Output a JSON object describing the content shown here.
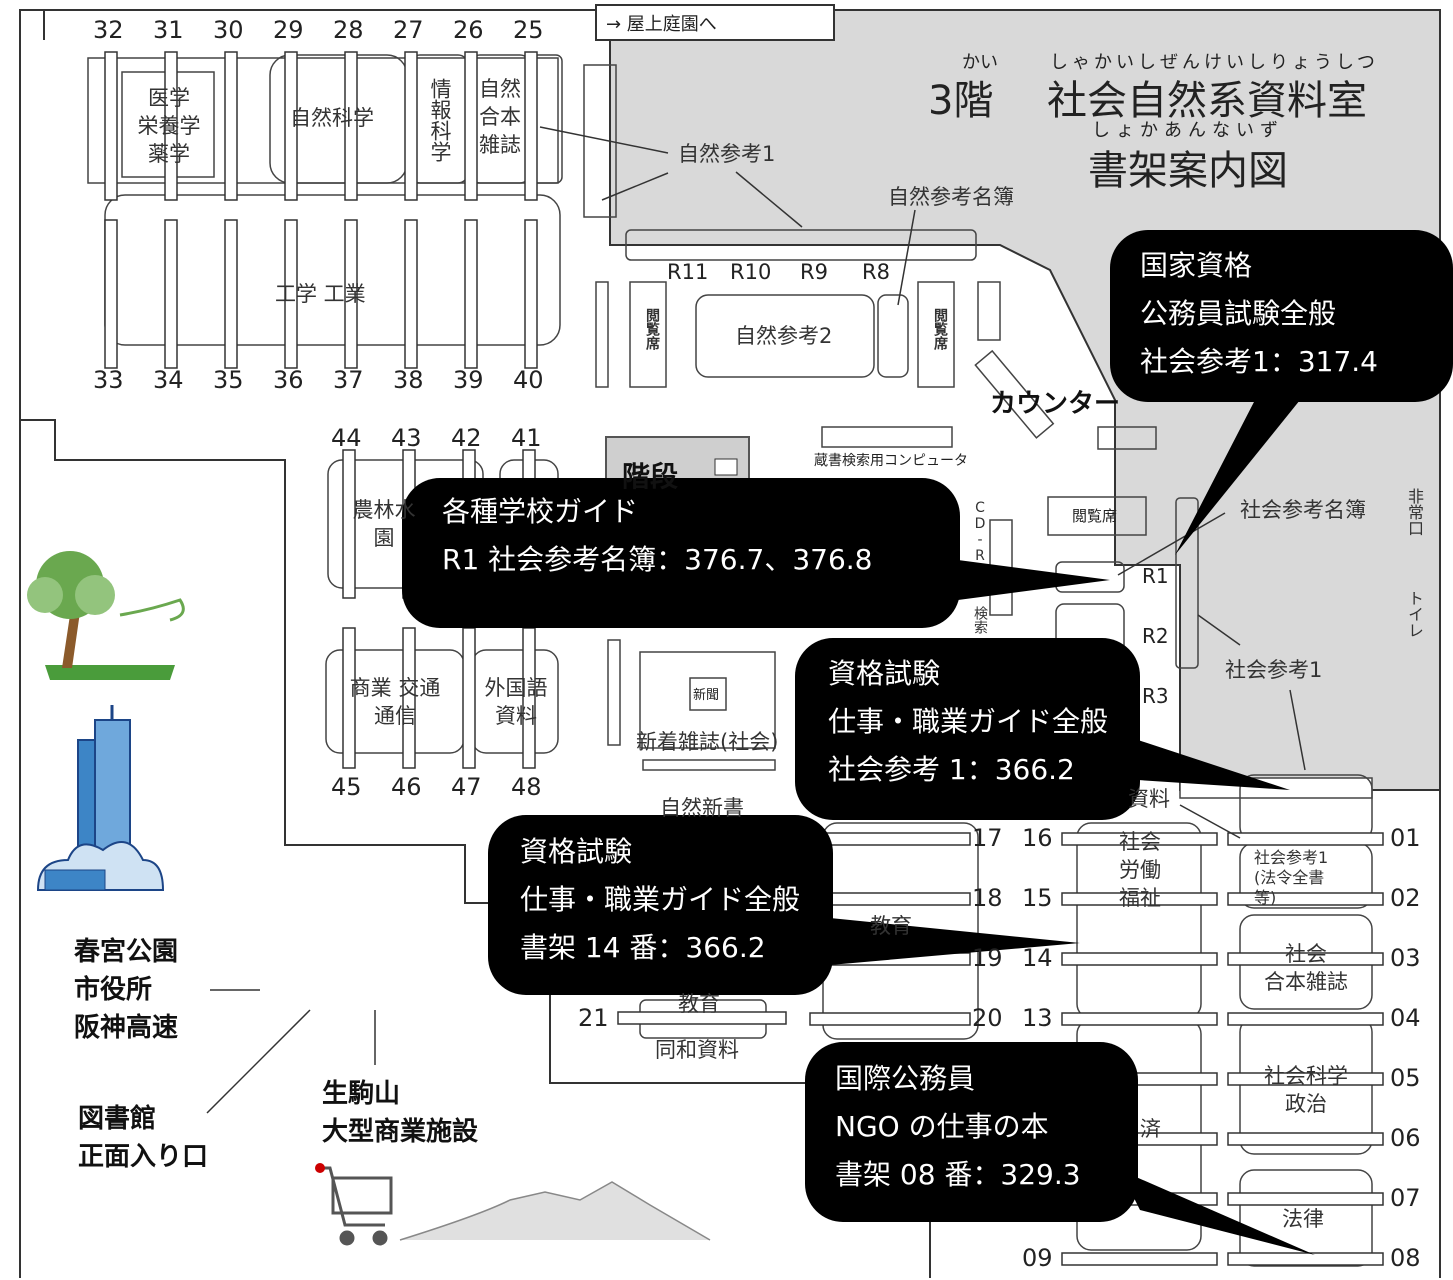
{
  "header": {
    "floor_ruby": "かい",
    "floor": "3階",
    "room_ruby": "しゃかいしぜんけいしりょうしつ",
    "room": "社会自然系資料室",
    "guide_ruby": "しょかあんないず",
    "guide": "書架案内図"
  },
  "rooftop": "→ 屋上庭園へ",
  "upper_numbers_top": [
    "32",
    "31",
    "30",
    "29",
    "28",
    "27",
    "26",
    "25"
  ],
  "upper_numbers_bottom": [
    "33",
    "34",
    "35",
    "36",
    "37",
    "38",
    "39",
    "40"
  ],
  "middle_numbers_top": [
    "44",
    "43",
    "42",
    "41"
  ],
  "middle_numbers_bottom": [
    "45",
    "46",
    "47",
    "48"
  ],
  "sections": {
    "medical": "医学\n栄養学\n薬学",
    "natural_science": "自然科学",
    "info_science": "情報科学",
    "nature_bound": "自然\n合本\n雑誌",
    "engineering": "工学 工業",
    "agri": "農林水\n園",
    "commerce": "商業 交通\n通信",
    "foreign": "外国語\n資料",
    "natural_ref1": "自然参考1",
    "natural_ref_dir": "自然参考名簿",
    "natural_ref2": "自然参考2",
    "reading_seat_v": "閲覧席",
    "reading_seat": "閲覧席",
    "counter": "カウンター",
    "catalog_pc": "蔵書検索用コンピュータ",
    "stairs": "階段",
    "cdrom": "CD-R",
    "search": "検索",
    "newspaper": "新聞",
    "new_mag": "新着雑誌(社会)",
    "natural_paperback": "自然新書",
    "social_ref_dir": "社会参考名簿",
    "social_ref1": "社会参考1",
    "emergency": "非常口",
    "toilet": "トイレ",
    "materials": "資料",
    "social_labor": "社会\n労働\n福祉",
    "social_ref1_law": "社会参考1\n(法令全書\n等)",
    "social_bound": "社会\n合本雑誌",
    "social_sci": "社会科学\n政治",
    "law": "法律",
    "economy": "済",
    "education": "教育",
    "dowa": "同和資料",
    "edu2": "教育"
  },
  "r_labels": [
    "R11",
    "R10",
    "R9",
    "R8",
    "R1",
    "R2",
    "R3"
  ],
  "shelf_numbers": {
    "left_col": [
      "17",
      "18",
      "19",
      "20"
    ],
    "mid_col": [
      "16",
      "15",
      "14",
      "13"
    ],
    "right_col": [
      "01",
      "02",
      "03",
      "04",
      "05",
      "06",
      "07",
      "08"
    ],
    "n21": "21",
    "n09": "09"
  },
  "directions": {
    "park": "春宮公園\n市役所\n阪神高速",
    "library": "図書館\n正面入り口",
    "ikoma": "生駒山\n大型商業施設"
  },
  "callouts": [
    {
      "lines": [
        "国家資格",
        "公務員試験全般",
        "社会参考1：317.4"
      ]
    },
    {
      "lines": [
        "各種学校ガイド",
        "R1 社会参考名簿：376.7、376.8"
      ]
    },
    {
      "lines": [
        "資格試験",
        "仕事・職業ガイド全般",
        "社会参考 1：366.2"
      ]
    },
    {
      "lines": [
        "資格試験",
        "仕事・職業ガイド全般",
        "書架 14 番：366.2"
      ]
    },
    {
      "lines": [
        "国際公務員",
        "NGO の仕事の本",
        "書架 08 番：329.3"
      ]
    }
  ],
  "colors": {
    "gray_area": "#d9d9d9",
    "callout": "#000000",
    "tree": "#6aa84f",
    "building": "#3d85c6"
  }
}
